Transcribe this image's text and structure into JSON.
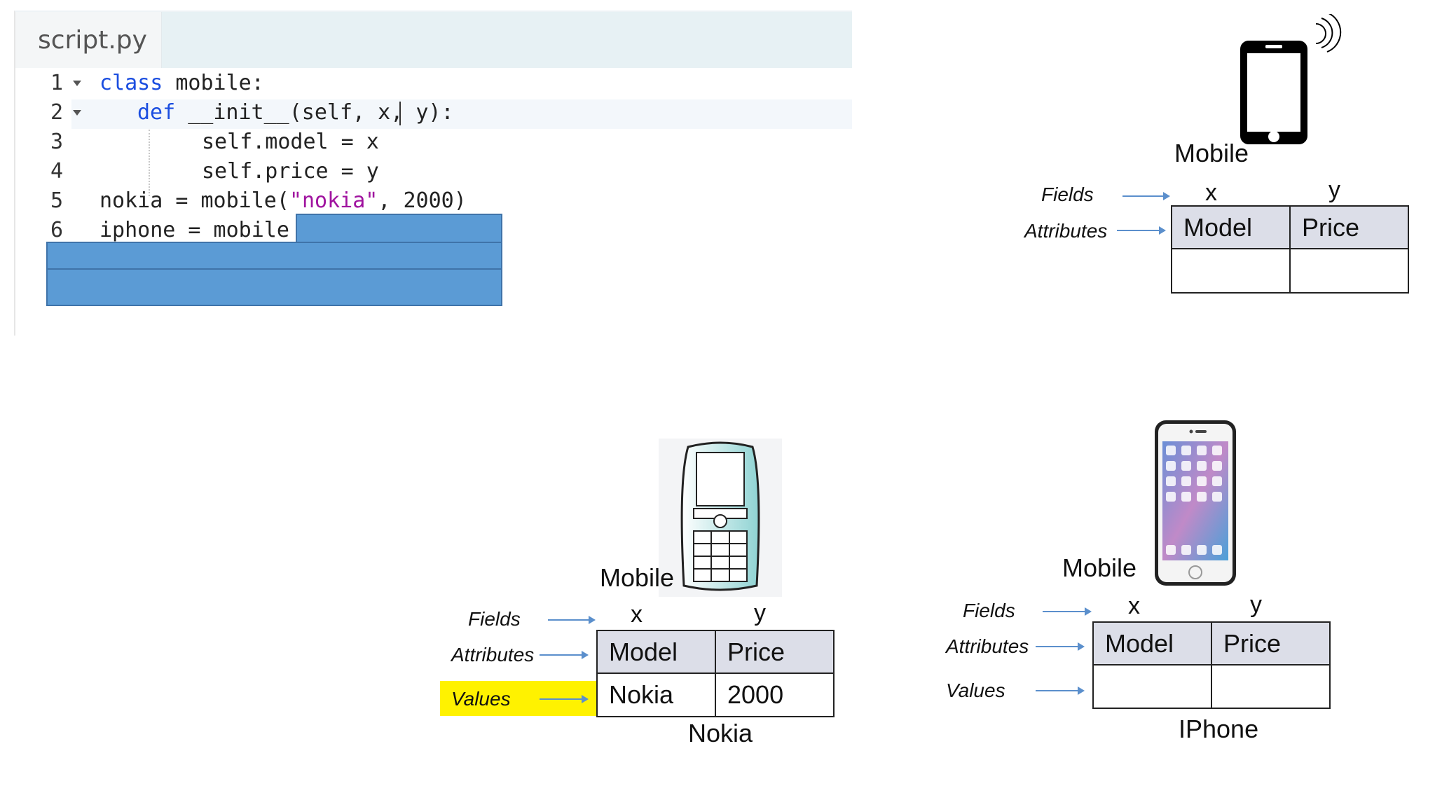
{
  "editor": {
    "tab_label": "script.py",
    "lines": [
      {
        "num": "1",
        "kw": "class",
        "rest": " mobile:"
      },
      {
        "num": "2",
        "kw": "def",
        "rest": " __init__(self, x, y):"
      },
      {
        "num": "3",
        "text": "self.model = x"
      },
      {
        "num": "4",
        "text": "self.price = y"
      },
      {
        "num": "5",
        "pre": "nokia = mobile(",
        "str": "\"nokia\"",
        "post": ", 2000)"
      },
      {
        "num": "6",
        "text": "iphone = mobile"
      }
    ]
  },
  "diagram_class": {
    "title": "Mobile",
    "fields_label": "Fields",
    "attributes_label": "Attributes",
    "x": "x",
    "y": "y",
    "col1": "Model",
    "col2": "Price"
  },
  "diagram_nokia": {
    "title": "Mobile",
    "fields_label": "Fields",
    "attributes_label": "Attributes",
    "values_label": "Values",
    "x": "x",
    "y": "y",
    "col1": "Model",
    "col2": "Price",
    "val1": "Nokia",
    "val2": "2000",
    "caption": "Nokia"
  },
  "diagram_iphone": {
    "title": "Mobile",
    "fields_label": "Fields",
    "attributes_label": "Attributes",
    "values_label": "Values",
    "x": "x",
    "y": "y",
    "col1": "Model",
    "col2": "Price",
    "caption": "IPhone"
  }
}
